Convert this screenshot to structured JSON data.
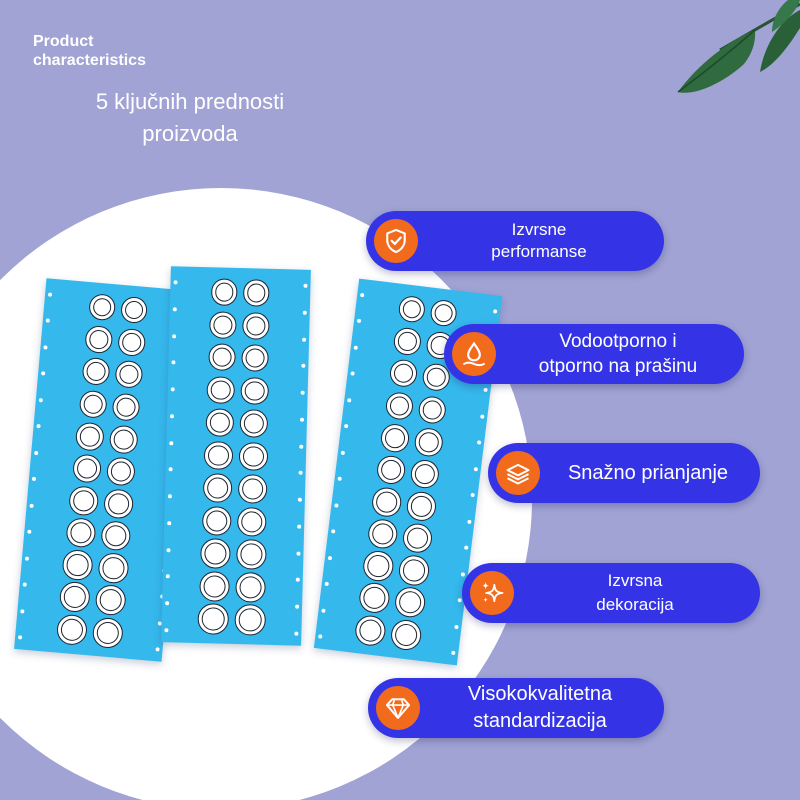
{
  "header": {
    "english_title": "Product\ncharacteristics",
    "title": "5 ključnih prednosti\nproizvoda"
  },
  "colors": {
    "background": "#a0a3d3",
    "pill": "#3434e6",
    "icon_circle": "#f26b1d",
    "sheet": "#35b8ec",
    "circle": "#ffffff"
  },
  "features": [
    {
      "label": "Izvrsne\nperformanse",
      "icon": "shield-check-icon"
    },
    {
      "label": "Vodootporno i\notporno na prašinu",
      "icon": "waterdrop-icon"
    },
    {
      "label": "Snažno prianjanje",
      "icon": "layers-icon"
    },
    {
      "label": "Izvrsna\ndekoracija",
      "icon": "sparkle-icon"
    },
    {
      "label": "Visokokvalitetna\nstandardizacija",
      "icon": "diamond-icon"
    }
  ]
}
